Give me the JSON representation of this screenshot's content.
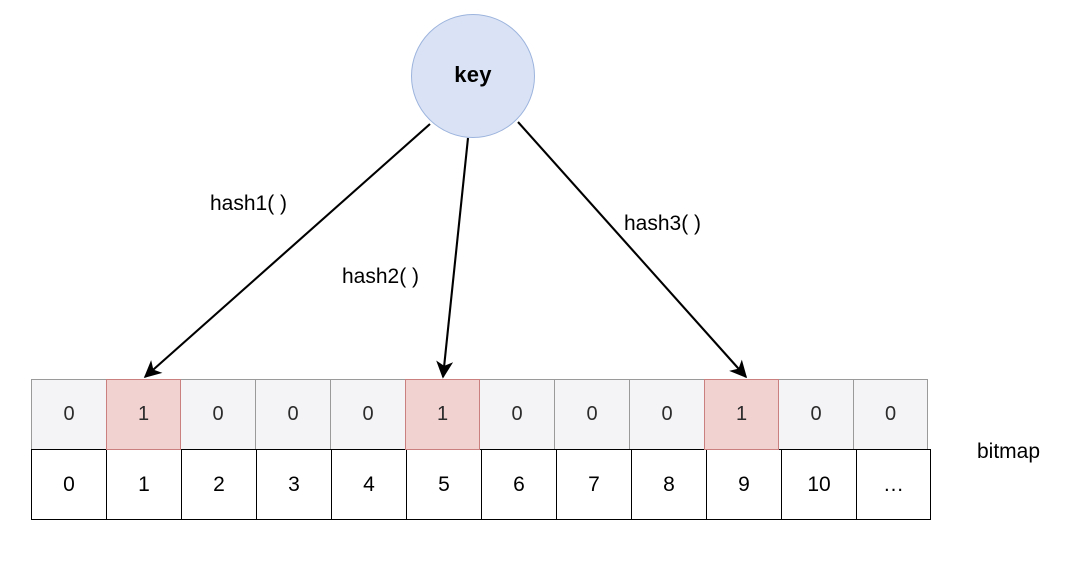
{
  "diagram": {
    "title": "bloom-filter-bitmap",
    "key_node": {
      "label": "key",
      "fill": "#dae3f5",
      "stroke": "#9db4dd"
    },
    "hash_functions": [
      {
        "label": "hash1( )",
        "target_index": 1
      },
      {
        "label": "hash2( )",
        "target_index": 5
      },
      {
        "label": "hash3( )",
        "target_index": 9
      }
    ],
    "bitmap": {
      "caption": "bitmap",
      "values": [
        "0",
        "1",
        "0",
        "0",
        "0",
        "1",
        "0",
        "0",
        "0",
        "1",
        "0",
        "0"
      ],
      "indices": [
        "0",
        "1",
        "2",
        "3",
        "4",
        "5",
        "6",
        "7",
        "8",
        "9",
        "10",
        "…"
      ],
      "highlighted_indices": [
        1,
        5,
        9
      ],
      "highlight_fill": "#f2d2d1",
      "highlight_stroke": "#c9807f",
      "cell_fill": "#f4f4f6",
      "cell_stroke": "#9a9a9a",
      "index_fill": "#ffffff",
      "index_stroke": "#000000"
    },
    "arrow_color": "#000000"
  }
}
